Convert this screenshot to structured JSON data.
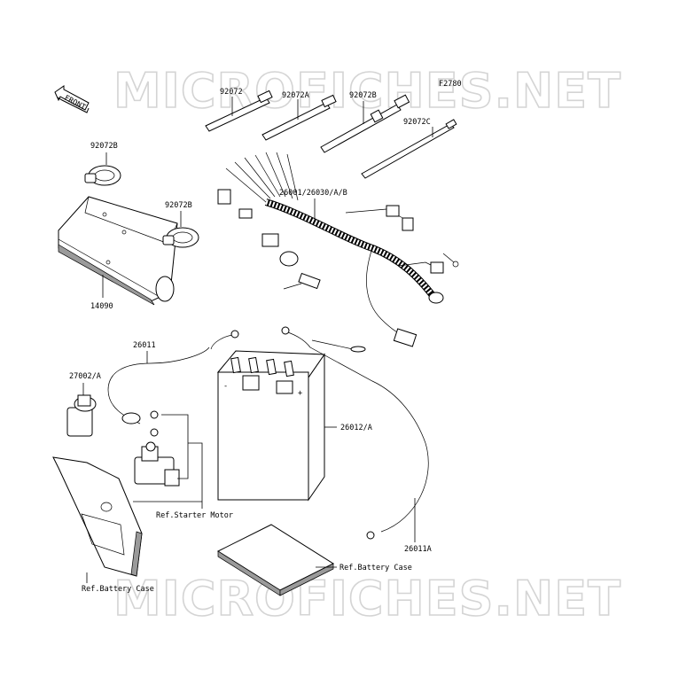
{
  "figure_code": "F2780",
  "watermark": "MICROFICHES.NET",
  "front_label": "FRONT",
  "labels": {
    "p92072": "92072",
    "p92072A": "92072A",
    "p92072B_top": "92072B",
    "p92072C": "92072C",
    "p92072B_left_top": "92072B",
    "p92072B_left_mid": "92072B",
    "p14090": "14090",
    "p26001": "26001/26030/A/B",
    "p26011": "26011",
    "p27002": "27002/A",
    "p26012": "26012/A",
    "p26011A": "26011A",
    "ref_starter": "Ref.Starter Motor",
    "ref_case_mid": "Ref.Battery Case",
    "ref_case_left": "Ref.Battery Case"
  },
  "battery_marks": {
    "minus": "-",
    "plus": "+"
  }
}
